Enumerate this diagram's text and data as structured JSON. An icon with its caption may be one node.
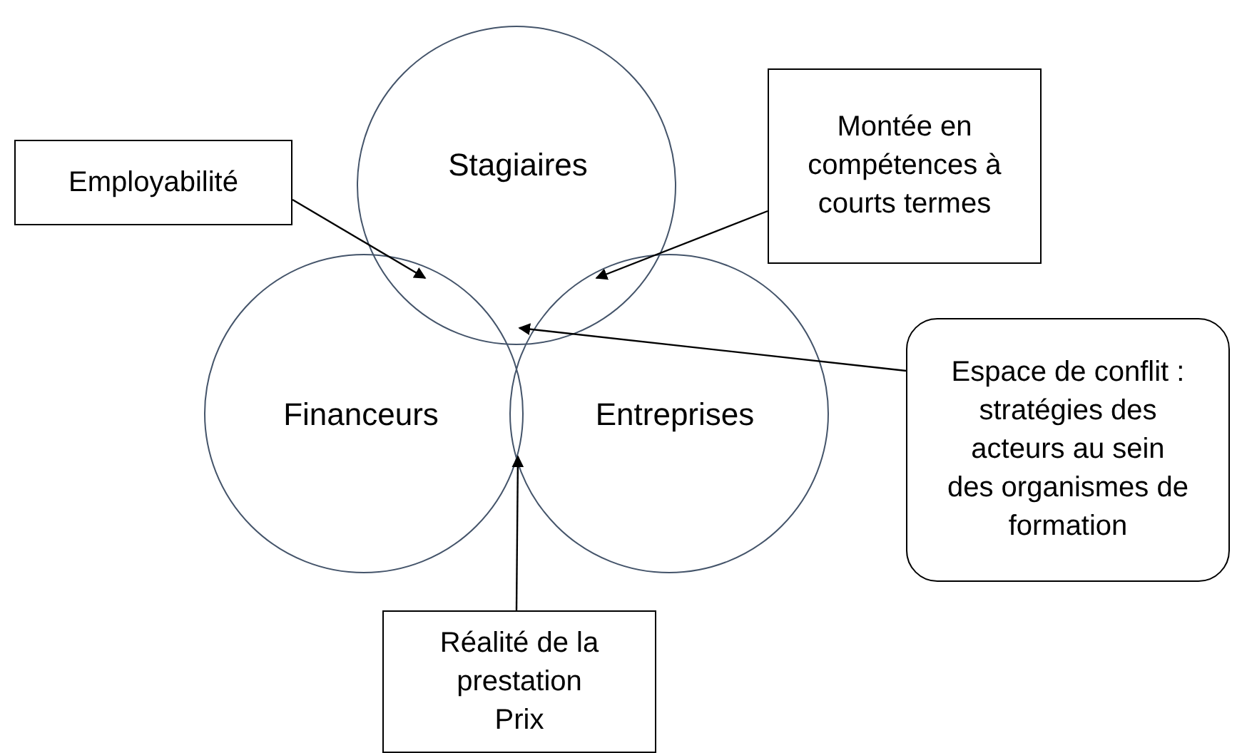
{
  "diagram": {
    "nodes": [
      {
        "text": [
          "Stagiaires"
        ]
      },
      {
        "text": [
          "Financeurs"
        ]
      },
      {
        "text": [
          "Entreprises"
        ]
      },
      {
        "text": [
          "Employabilité"
        ]
      },
      {
        "text": [
          "Montée en compétences à courts termes"
        ]
      },
      {
        "text": [
          "Espace de conflit : stratégies des acteurs au sein des organismes de formation"
        ]
      },
      {
        "text": [
          "Réalité de la prestation Prix"
        ]
      }
    ],
    "edges": [
      {
        "from": 3,
        "to": 0,
        "arrow": "to"
      },
      {
        "from": 4,
        "to": 0,
        "arrow": "to"
      },
      {
        "from": 5,
        "to": 0,
        "arrow": "to"
      },
      {
        "from": 6,
        "to": 1,
        "arrow": "to"
      }
    ]
  }
}
